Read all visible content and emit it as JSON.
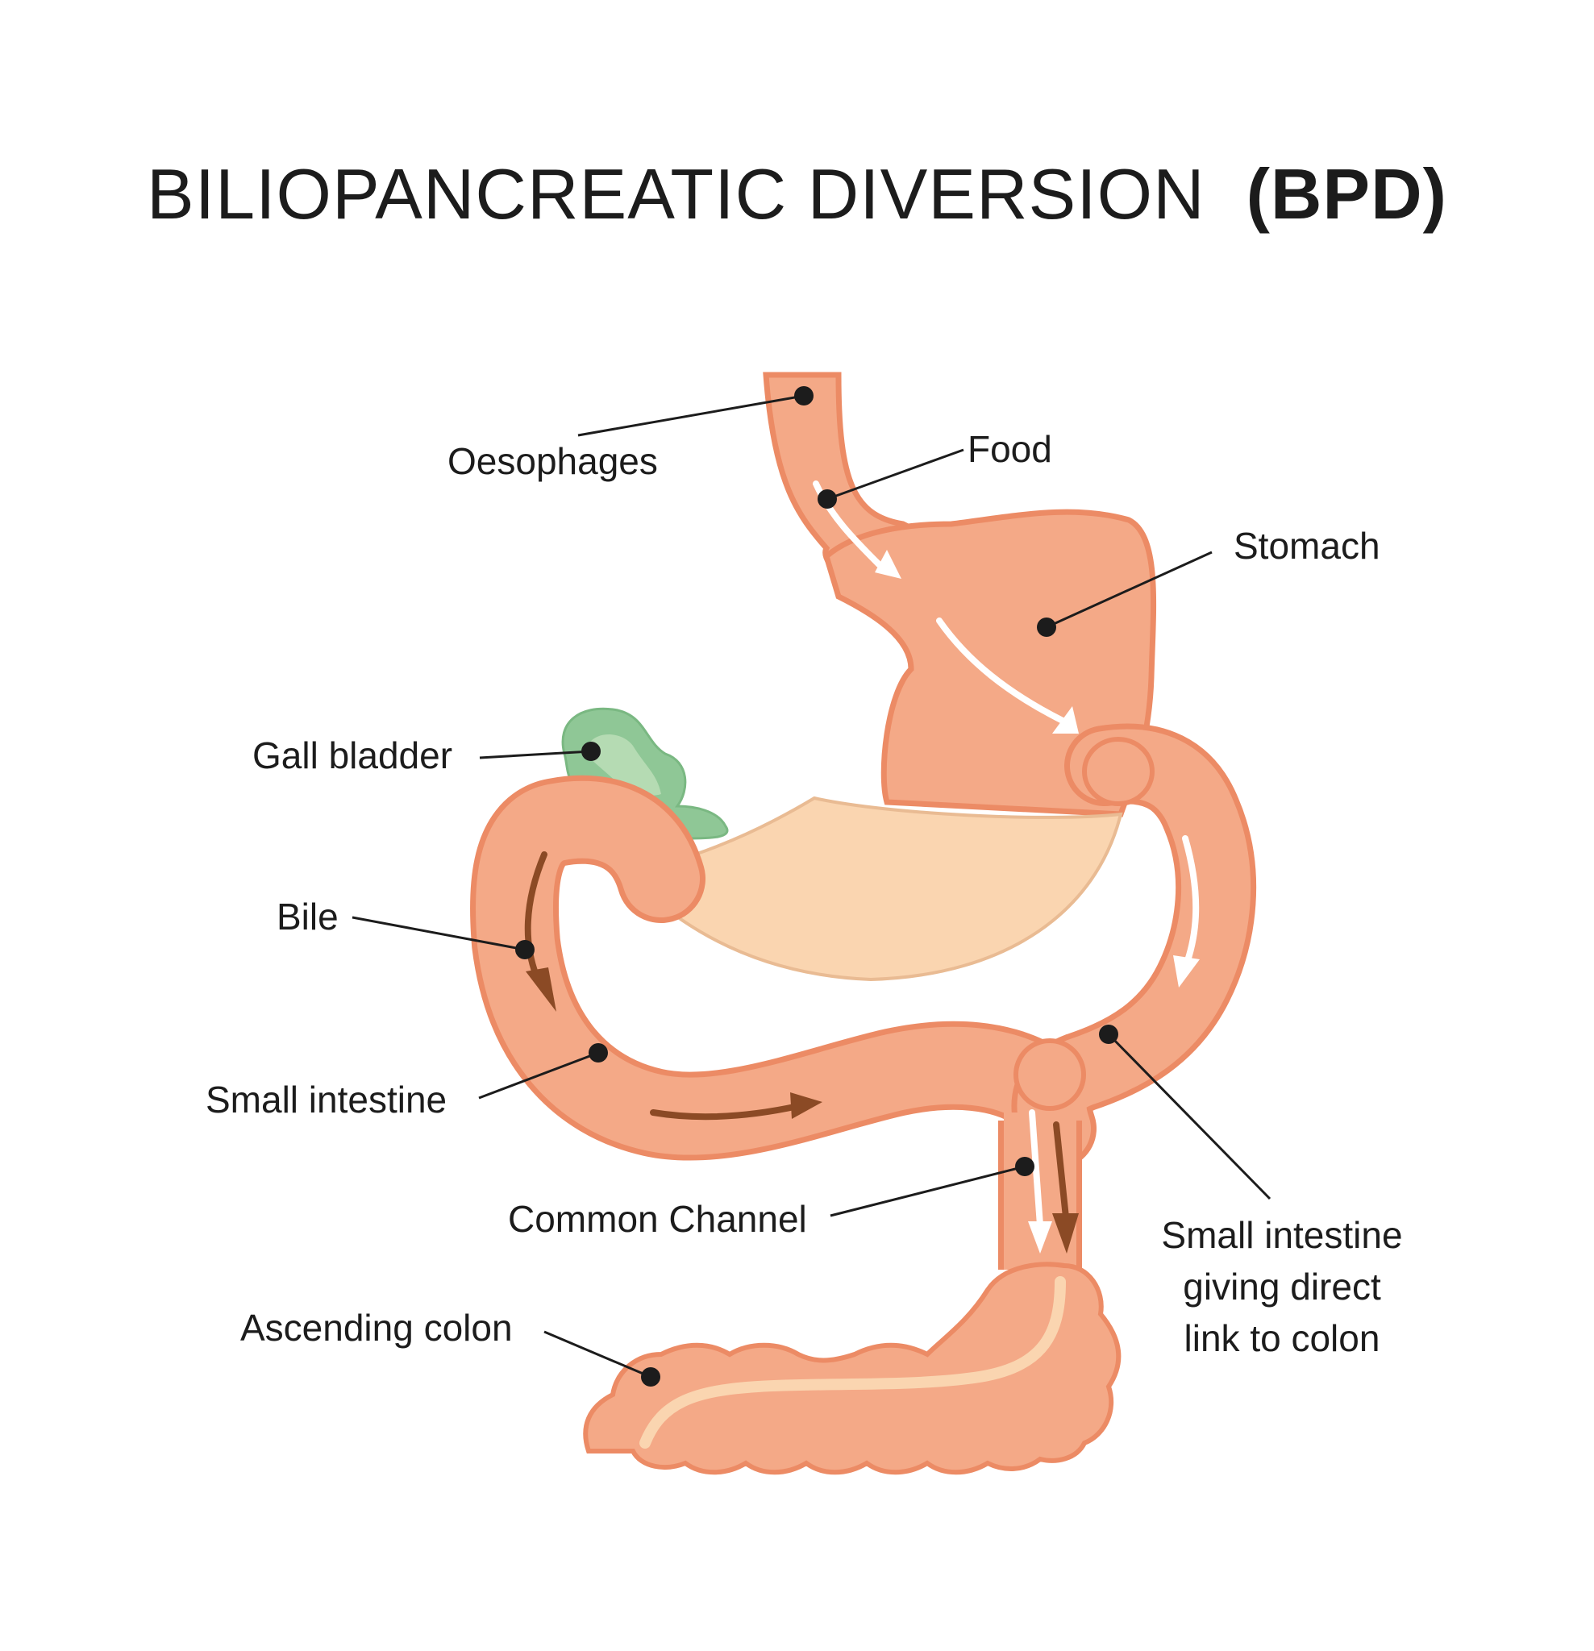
{
  "title": {
    "main": "BILIOPANCREATIC DIVERSION",
    "bold": "(BPD)"
  },
  "labels": {
    "oesophages": "Oesophages",
    "food": "Food",
    "stomach": "Stomach",
    "gall_bladder": "Gall bladder",
    "bile": "Bile",
    "small_intestine": "Small intestine",
    "common_channel": "Common Channel",
    "ascending_colon": "Ascending colon",
    "small_intestine_link": [
      "Small intestine",
      "giving direct",
      "link to colon"
    ]
  },
  "colors": {
    "organ_fill": "#f4a987",
    "organ_stroke": "#ec8b65",
    "stomach_lower": "#fad5b0",
    "gall_bladder": "#8fc796",
    "bile_arrow": "#8b4a25",
    "food_arrow": "#ffffff",
    "leader_line": "#1c1c1c"
  }
}
